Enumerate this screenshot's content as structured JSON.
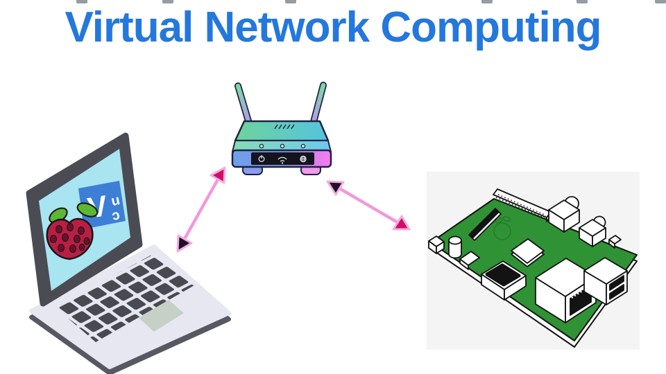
{
  "title": {
    "text": "Virtual Network Computing",
    "color": "#2478dd"
  },
  "vnc_logo": {
    "text": "VNC",
    "letters": [
      "V",
      "n",
      "c"
    ]
  },
  "nodes": {
    "laptop": {
      "name": "laptop-with-vnc-viewer",
      "icons": [
        "raspberry-pi-logo",
        "vnc-logo"
      ]
    },
    "router": {
      "name": "wifi-router",
      "icons": [
        "power-icon",
        "wifi-icon",
        "globe-icon"
      ],
      "led_count": 3
    },
    "raspberry_pi": {
      "name": "raspberry-pi-board",
      "parts": [
        "gpio-header",
        "dsi-connector",
        "cpu-chip",
        "hdmi-port",
        "ethernet-port",
        "usb-ports",
        "raspberry-outline"
      ]
    }
  },
  "connections": [
    {
      "from": "laptop",
      "to": "router",
      "style": "double-headed-arrow"
    },
    {
      "from": "router",
      "to": "raspberry_pi",
      "style": "double-headed-arrow"
    }
  ],
  "colors": {
    "background": "#ffffff",
    "title_blue": "#2478dd",
    "arrow_line_pink": "#f09ada",
    "arrowhead_crimson": "#cf0f62",
    "arrowhead_dark": "#221228",
    "laptop_screen_cyan": "#a9e4f1",
    "laptop_body": "#e7e7f1",
    "laptop_key": "#494951",
    "router_green": "#6ed39b",
    "router_cyan": "#55c3df",
    "router_blue": "#6fa0e9",
    "router_pink": "#f77cf0",
    "pcb_green": "#2f9235",
    "vnc_blue": "#3d7fd6",
    "raspberry_red": "#b81f45",
    "leaf_green": "#5cb832"
  }
}
